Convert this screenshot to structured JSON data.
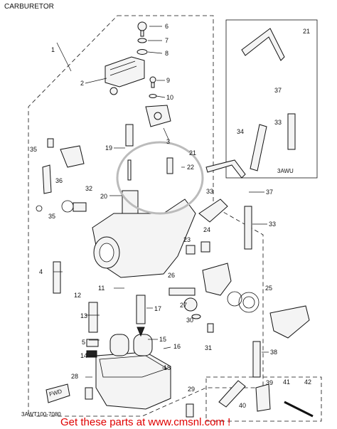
{
  "title": "CARBURETOR",
  "drawing_code": "3AWT100-7080",
  "inset_tag": "3AWU",
  "fwd_tag": "FWD",
  "banner": "Get these parts at www.cmsnl.com !",
  "callouts": [
    {
      "id": "c1",
      "text": "1"
    },
    {
      "id": "c2",
      "text": "2"
    },
    {
      "id": "c3",
      "text": "3"
    },
    {
      "id": "c4",
      "text": "4"
    },
    {
      "id": "c5",
      "text": "5"
    },
    {
      "id": "c6",
      "text": "6"
    },
    {
      "id": "c7",
      "text": "7"
    },
    {
      "id": "c8",
      "text": "8"
    },
    {
      "id": "c9",
      "text": "9"
    },
    {
      "id": "c10",
      "text": "10"
    },
    {
      "id": "c11",
      "text": "11"
    },
    {
      "id": "c12",
      "text": "12"
    },
    {
      "id": "c13",
      "text": "13"
    },
    {
      "id": "c14",
      "text": "14"
    },
    {
      "id": "c15",
      "text": "15"
    },
    {
      "id": "c16",
      "text": "16"
    },
    {
      "id": "c17",
      "text": "17"
    },
    {
      "id": "c18",
      "text": "18"
    },
    {
      "id": "c19",
      "text": "19"
    },
    {
      "id": "c20",
      "text": "20"
    },
    {
      "id": "c21a",
      "text": "21"
    },
    {
      "id": "c21b",
      "text": "21"
    },
    {
      "id": "c22",
      "text": "22"
    },
    {
      "id": "c23",
      "text": "23"
    },
    {
      "id": "c24",
      "text": "24"
    },
    {
      "id": "c25",
      "text": "25"
    },
    {
      "id": "c26",
      "text": "26"
    },
    {
      "id": "c27",
      "text": "27"
    },
    {
      "id": "c28",
      "text": "28"
    },
    {
      "id": "c29",
      "text": "29"
    },
    {
      "id": "c30",
      "text": "30"
    },
    {
      "id": "c31",
      "text": "31"
    },
    {
      "id": "c32",
      "text": "32"
    },
    {
      "id": "c33a",
      "text": "33"
    },
    {
      "id": "c33b",
      "text": "33"
    },
    {
      "id": "c33c",
      "text": "33"
    },
    {
      "id": "c34",
      "text": "34"
    },
    {
      "id": "c35a",
      "text": "35"
    },
    {
      "id": "c35b",
      "text": "35"
    },
    {
      "id": "c36",
      "text": "36"
    },
    {
      "id": "c37a",
      "text": "37"
    },
    {
      "id": "c37b",
      "text": "37"
    },
    {
      "id": "c38",
      "text": "38"
    },
    {
      "id": "c39",
      "text": "39"
    },
    {
      "id": "c40",
      "text": "40"
    },
    {
      "id": "c41",
      "text": "41"
    },
    {
      "id": "c42",
      "text": "42"
    }
  ]
}
